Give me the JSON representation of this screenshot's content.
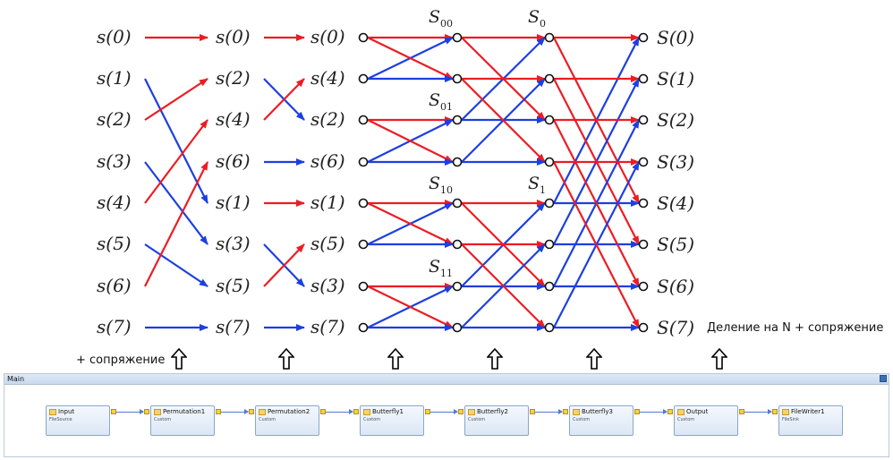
{
  "diagram": {
    "input_labels": [
      "s(0)",
      "s(1)",
      "s(2)",
      "s(3)",
      "s(4)",
      "s(5)",
      "s(6)",
      "s(7)"
    ],
    "permuted_labels_1": [
      "s(0)",
      "s(2)",
      "s(4)",
      "s(6)",
      "s(1)",
      "s(3)",
      "s(5)",
      "s(7)"
    ],
    "permuted_labels_2": [
      "s(0)",
      "s(4)",
      "s(2)",
      "s(6)",
      "s(1)",
      "s(5)",
      "s(3)",
      "s(7)"
    ],
    "output_labels": [
      "S(0)",
      "S(1)",
      "S(2)",
      "S(3)",
      "S(4)",
      "S(5)",
      "S(6)",
      "S(7)"
    ],
    "stage1_labels": [
      {
        "base": "S",
        "sub": "00"
      },
      {
        "base": "S",
        "sub": "01"
      },
      {
        "base": "S",
        "sub": "10"
      },
      {
        "base": "S",
        "sub": "11"
      }
    ],
    "stage2_labels": [
      {
        "base": "S",
        "sub": "0"
      },
      {
        "base": "S",
        "sub": "1"
      }
    ],
    "colors": {
      "red": "#ec1c24",
      "blue": "#1d3fe0"
    }
  },
  "notes": {
    "left": "+ сопряжение",
    "right": "Деление на N + сопряжение"
  },
  "flow": {
    "title": "Main",
    "blocks": [
      {
        "name": "Input",
        "type": "FileSource"
      },
      {
        "name": "Permutation1",
        "type": "Custom"
      },
      {
        "name": "Permutation2",
        "type": "Custom"
      },
      {
        "name": "Butterfly1",
        "type": "Custom"
      },
      {
        "name": "Butterfly2",
        "type": "Custom"
      },
      {
        "name": "Butterfly3",
        "type": "Custom"
      },
      {
        "name": "Output",
        "type": "Custom"
      },
      {
        "name": "FileWriter1",
        "type": "FileSink"
      }
    ]
  }
}
